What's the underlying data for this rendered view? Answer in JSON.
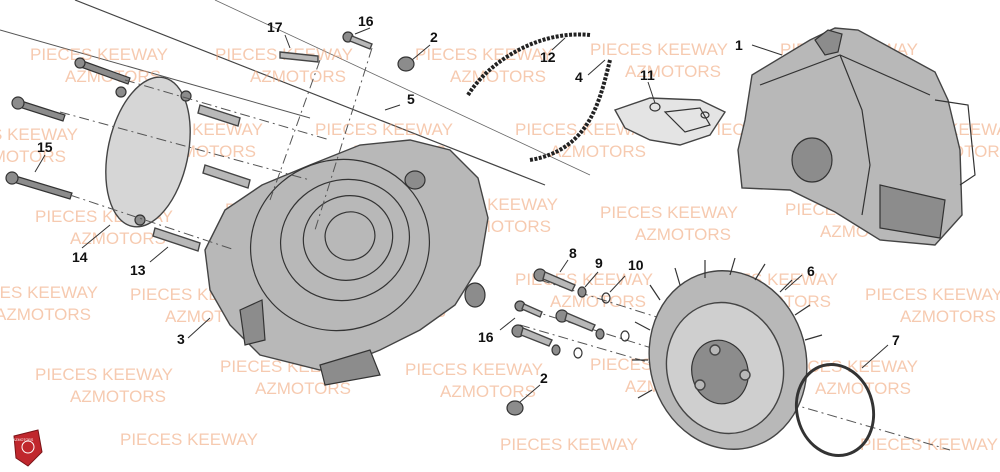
{
  "watermark": {
    "line1": "PIECES KEEWAY",
    "line2": "AZMOTORS"
  },
  "logo": {
    "text": "AZMOTORS",
    "color": "#c0272d"
  },
  "callouts": {
    "c1": "1",
    "c2a": "2",
    "c2b": "2",
    "c3": "3",
    "c4": "4",
    "c5": "5",
    "c6": "6",
    "c7": "7",
    "c8": "8",
    "c9": "9",
    "c10": "10",
    "c11": "11",
    "c12": "12",
    "c13": "13",
    "c14": "14",
    "c15": "15",
    "c16a": "16",
    "c16b": "16",
    "c17": "17"
  }
}
